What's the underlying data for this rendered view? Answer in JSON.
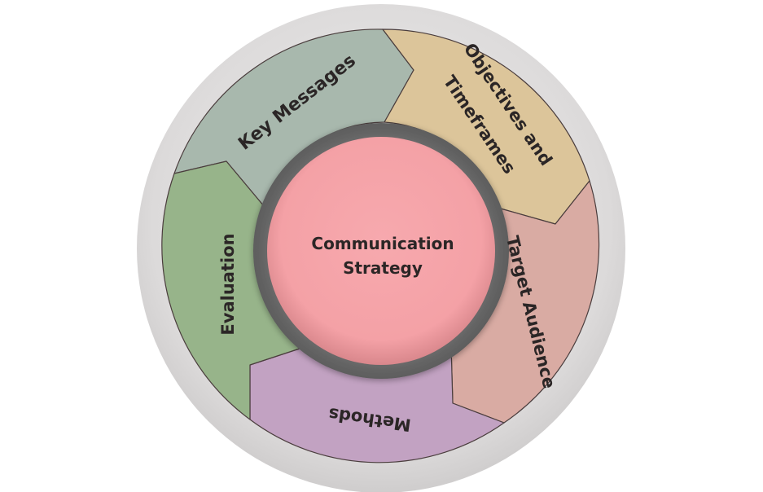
{
  "center": {
    "line1": "Communication",
    "line2": "Strategy",
    "color": "#f4a3a8"
  },
  "segments": [
    {
      "id": "key-messages",
      "label": "Key Messages",
      "color": "#a8b8ad"
    },
    {
      "id": "objectives",
      "label_line1": "Objectives and",
      "label_line2": "Timeframes",
      "color": "#dcc59a"
    },
    {
      "id": "target-audience",
      "label": "Target Audience",
      "color": "#d9aba3"
    },
    {
      "id": "methods",
      "label": "Methods",
      "color": "#c2a2c2"
    },
    {
      "id": "evaluation",
      "label": "Evaluation",
      "color": "#97b48a"
    }
  ],
  "outer_ring_color": "#e0dede"
}
